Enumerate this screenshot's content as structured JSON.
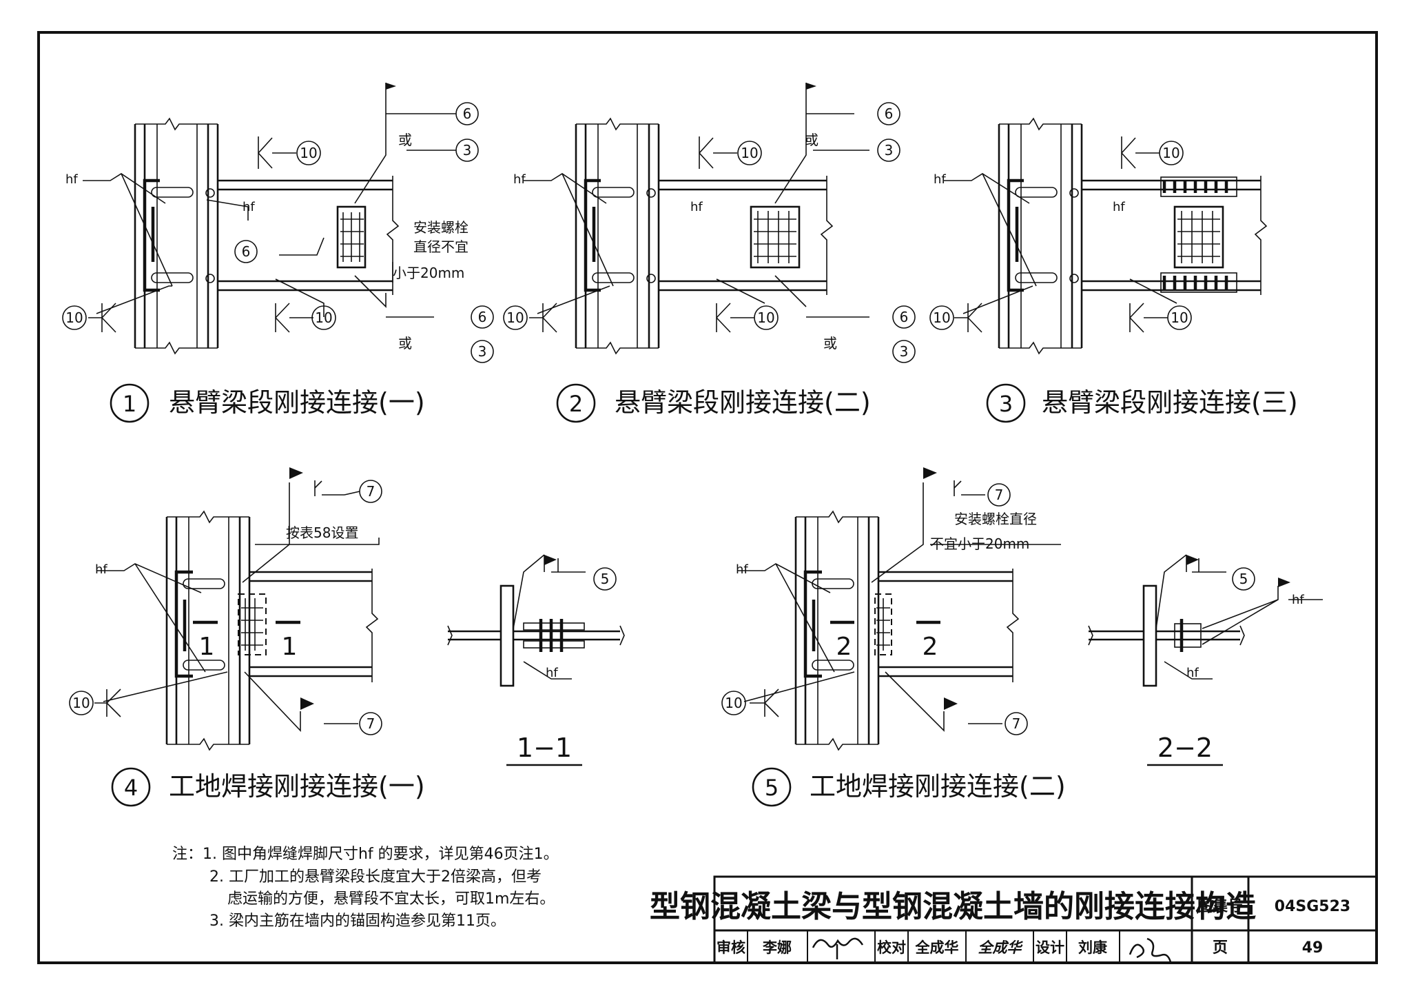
{
  "diagrams": [
    {
      "num": "1",
      "title": "悬臂梁段刚接连接(一)"
    },
    {
      "num": "2",
      "title": "悬臂梁段刚接连接(二)"
    },
    {
      "num": "3",
      "title": "悬臂梁段刚接连接(三)"
    },
    {
      "num": "4",
      "title": "工地焊接刚接连接(一)"
    },
    {
      "num": "5",
      "title": "工地焊接刚接连接(二)"
    }
  ],
  "weld_symbols": {
    "hf": "hf",
    "w10": "10",
    "w6": "6",
    "w3": "3",
    "w7": "7",
    "w5": "5",
    "or": "或"
  },
  "annotations": {
    "d1_bolt_line1": "安装螺栓",
    "d1_bolt_line2": "直径不宜",
    "d1_bolt_line3": "小于20mm",
    "d4_table": "按表58设置",
    "d5_bolt_line1": "安装螺栓直径",
    "d5_bolt_line2": "不宜小于20mm",
    "sec1_mark": "1",
    "sec2_mark": "2"
  },
  "sections": [
    {
      "label": "1−1"
    },
    {
      "label": "2−2"
    }
  ],
  "notes": [
    "注：1. 图中角焊缝焊脚尺寸hf 的要求，详见第46页注1。",
    "2. 工厂加工的悬臂梁段长度宜大于2倍梁高，但考",
    "虑运输的方便，悬臂段不宜太长，可取1m左右。",
    "3. 梁内主筋在墙内的锚固构造参见第11页。"
  ],
  "title_block": {
    "title": "型钢混凝土梁与型钢混凝土墙的刚接连接构造",
    "atlas_label": "图集号",
    "atlas_no": "04SG523",
    "review_label": "审核",
    "review_name": "李娜",
    "check_label": "校对",
    "check_name": "全成华",
    "check_sign": "全成华",
    "design_label": "设计",
    "design_name": "刘康",
    "page_label": "页",
    "page_no": "49"
  }
}
